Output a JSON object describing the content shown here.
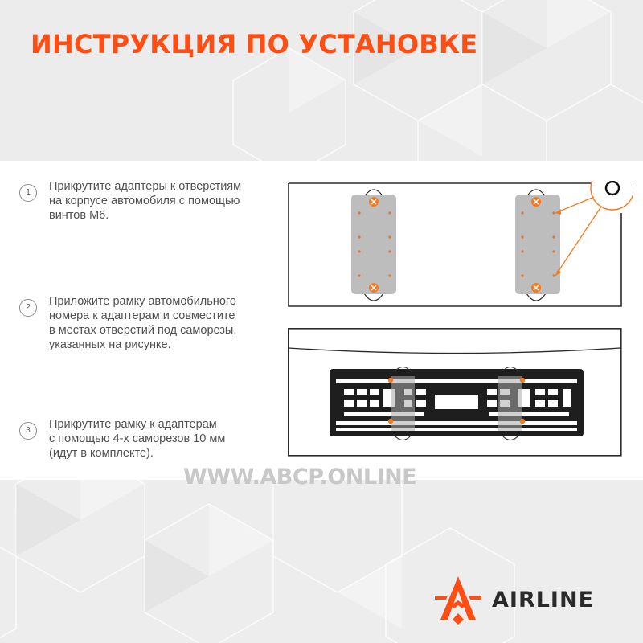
{
  "title": "ИНСТРУКЦИЯ ПО УСТАНОВКЕ",
  "steps": [
    {
      "number": "1",
      "text": "Прикрутите адаптеры к отверстиям\nна корпусе автомобиля с помощью\nвинтов М6."
    },
    {
      "number": "2",
      "text": "Приложите рамку автомобильного\nномера к адаптерам и совместите\nв местах отверстий под саморезы,\nуказанных на рисунке."
    },
    {
      "number": "3",
      "text": "Прикрутите рамку к адаптерам\nс помощью 4-х саморезов 10 мм\n(идут в комплекте)."
    }
  ],
  "website": "WWW.ABCP.ONLINE",
  "brand": {
    "name": "AIRLINE"
  },
  "colors": {
    "accent": "#ff4e14",
    "adapter": "#bdbdbd",
    "frame": "#1e1e1e",
    "band_background": "#ececec"
  },
  "icons": [
    "screw-x-icon",
    "airline-logo-icon"
  ]
}
